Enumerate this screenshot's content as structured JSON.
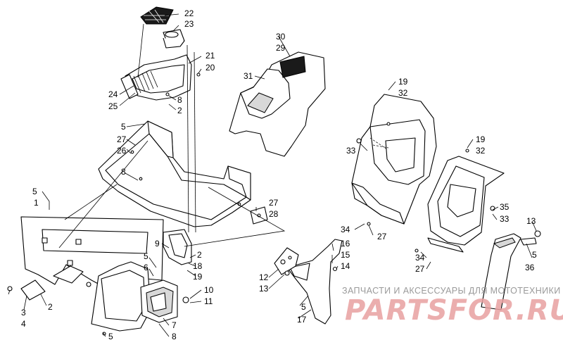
{
  "callouts": [
    {
      "id": "c22",
      "text": "22"
    },
    {
      "id": "c23",
      "text": "23"
    },
    {
      "id": "c21",
      "text": "21"
    },
    {
      "id": "c20",
      "text": "20"
    },
    {
      "id": "c24",
      "text": "24"
    },
    {
      "id": "c25",
      "text": "25"
    },
    {
      "id": "c8a",
      "text": "8"
    },
    {
      "id": "c2a",
      "text": "2"
    },
    {
      "id": "c30",
      "text": "30"
    },
    {
      "id": "c29",
      "text": "29"
    },
    {
      "id": "c31",
      "text": "31"
    },
    {
      "id": "c5a",
      "text": "5"
    },
    {
      "id": "c27a",
      "text": "27"
    },
    {
      "id": "c26",
      "text": "26"
    },
    {
      "id": "c8b",
      "text": "8"
    },
    {
      "id": "c19a",
      "text": "19"
    },
    {
      "id": "c32a",
      "text": "32"
    },
    {
      "id": "c33a",
      "text": "33"
    },
    {
      "id": "c19b",
      "text": "19"
    },
    {
      "id": "c32b",
      "text": "32"
    },
    {
      "id": "c5b",
      "text": "5"
    },
    {
      "id": "c1",
      "text": "1"
    },
    {
      "id": "c27b",
      "text": "27"
    },
    {
      "id": "c28",
      "text": "28"
    },
    {
      "id": "c34a",
      "text": "34"
    },
    {
      "id": "c27c",
      "text": "27"
    },
    {
      "id": "c35",
      "text": "35"
    },
    {
      "id": "c33b",
      "text": "33"
    },
    {
      "id": "c13a",
      "text": "13"
    },
    {
      "id": "c9",
      "text": "9"
    },
    {
      "id": "c2b",
      "text": "2"
    },
    {
      "id": "c18",
      "text": "18"
    },
    {
      "id": "c19c",
      "text": "19"
    },
    {
      "id": "c5c",
      "text": "5"
    },
    {
      "id": "c6",
      "text": "6"
    },
    {
      "id": "c16",
      "text": "16"
    },
    {
      "id": "c15",
      "text": "15"
    },
    {
      "id": "c14",
      "text": "14"
    },
    {
      "id": "c12",
      "text": "12"
    },
    {
      "id": "c13b",
      "text": "13"
    },
    {
      "id": "c34b",
      "text": "34"
    },
    {
      "id": "c27d",
      "text": "27"
    },
    {
      "id": "c5d",
      "text": "5"
    },
    {
      "id": "c36",
      "text": "36"
    },
    {
      "id": "c10",
      "text": "10"
    },
    {
      "id": "c11",
      "text": "11"
    },
    {
      "id": "c3",
      "text": "3"
    },
    {
      "id": "c2c",
      "text": "2"
    },
    {
      "id": "c4",
      "text": "4"
    },
    {
      "id": "c7",
      "text": "7"
    },
    {
      "id": "c8c",
      "text": "8"
    },
    {
      "id": "c5e",
      "text": "5"
    },
    {
      "id": "c5f",
      "text": "5"
    },
    {
      "id": "c17",
      "text": "17"
    }
  ],
  "watermark": {
    "tagline": "ЗАПЧАСТИ И АКСЕССУАРЫ ДЛЯ МОТОТЕХНИКИ",
    "logo": "PARTSFOR.RU"
  }
}
